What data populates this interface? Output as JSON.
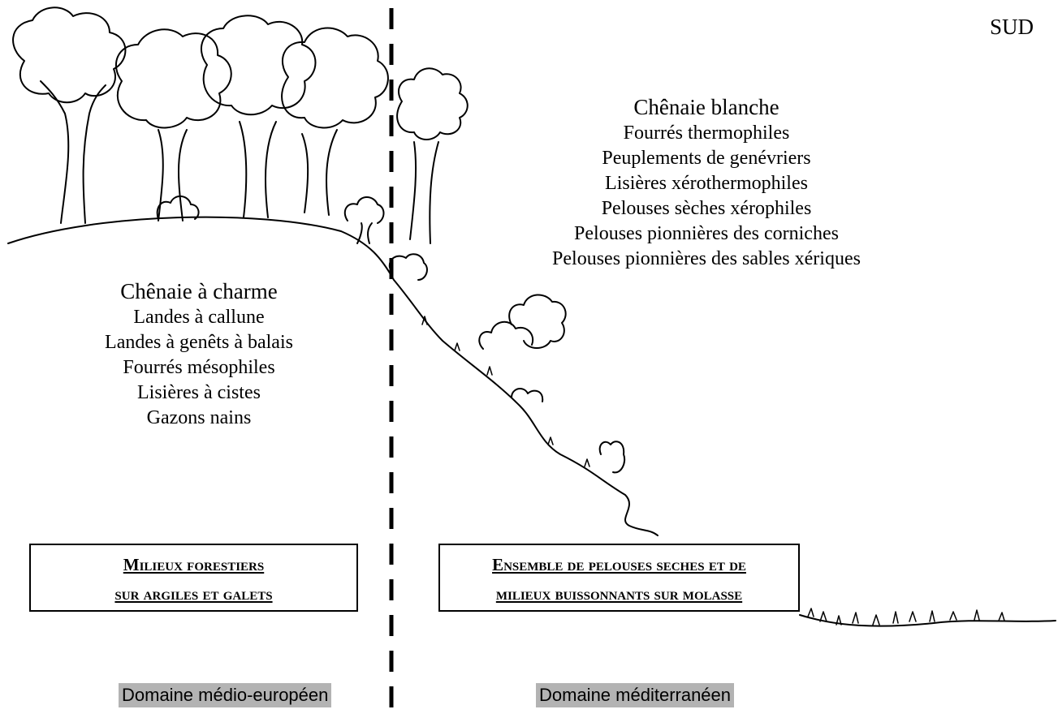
{
  "orientation_label": "SUD",
  "left_zone": {
    "habitats": [
      "Chênaie à charme",
      "Landes à callune",
      "Landes à genêts à balais",
      "Fourrés mésophiles",
      "Lisières à cistes",
      "Gazons nains"
    ],
    "box_lines": [
      "Milieux forestiers",
      "sur argiles et galets"
    ],
    "domain": "Domaine médio-européen"
  },
  "right_zone": {
    "habitats": [
      "Chênaie blanche",
      "Fourrés thermophiles",
      "Peuplements de genévriers",
      "Lisières xérothermophiles",
      "Pelouses sèches xérophiles",
      "Pelouses pionnières des corniches",
      "Pelouses pionnières des sables xériques"
    ],
    "box_lines": [
      "Ensemble de pelouses seches et de",
      "milieux buissonnants sur molasse"
    ],
    "domain": "Domaine méditerranéen"
  },
  "colors": {
    "ink": "#000000",
    "domain_band": "#b3b3b3",
    "background": "#ffffff"
  }
}
